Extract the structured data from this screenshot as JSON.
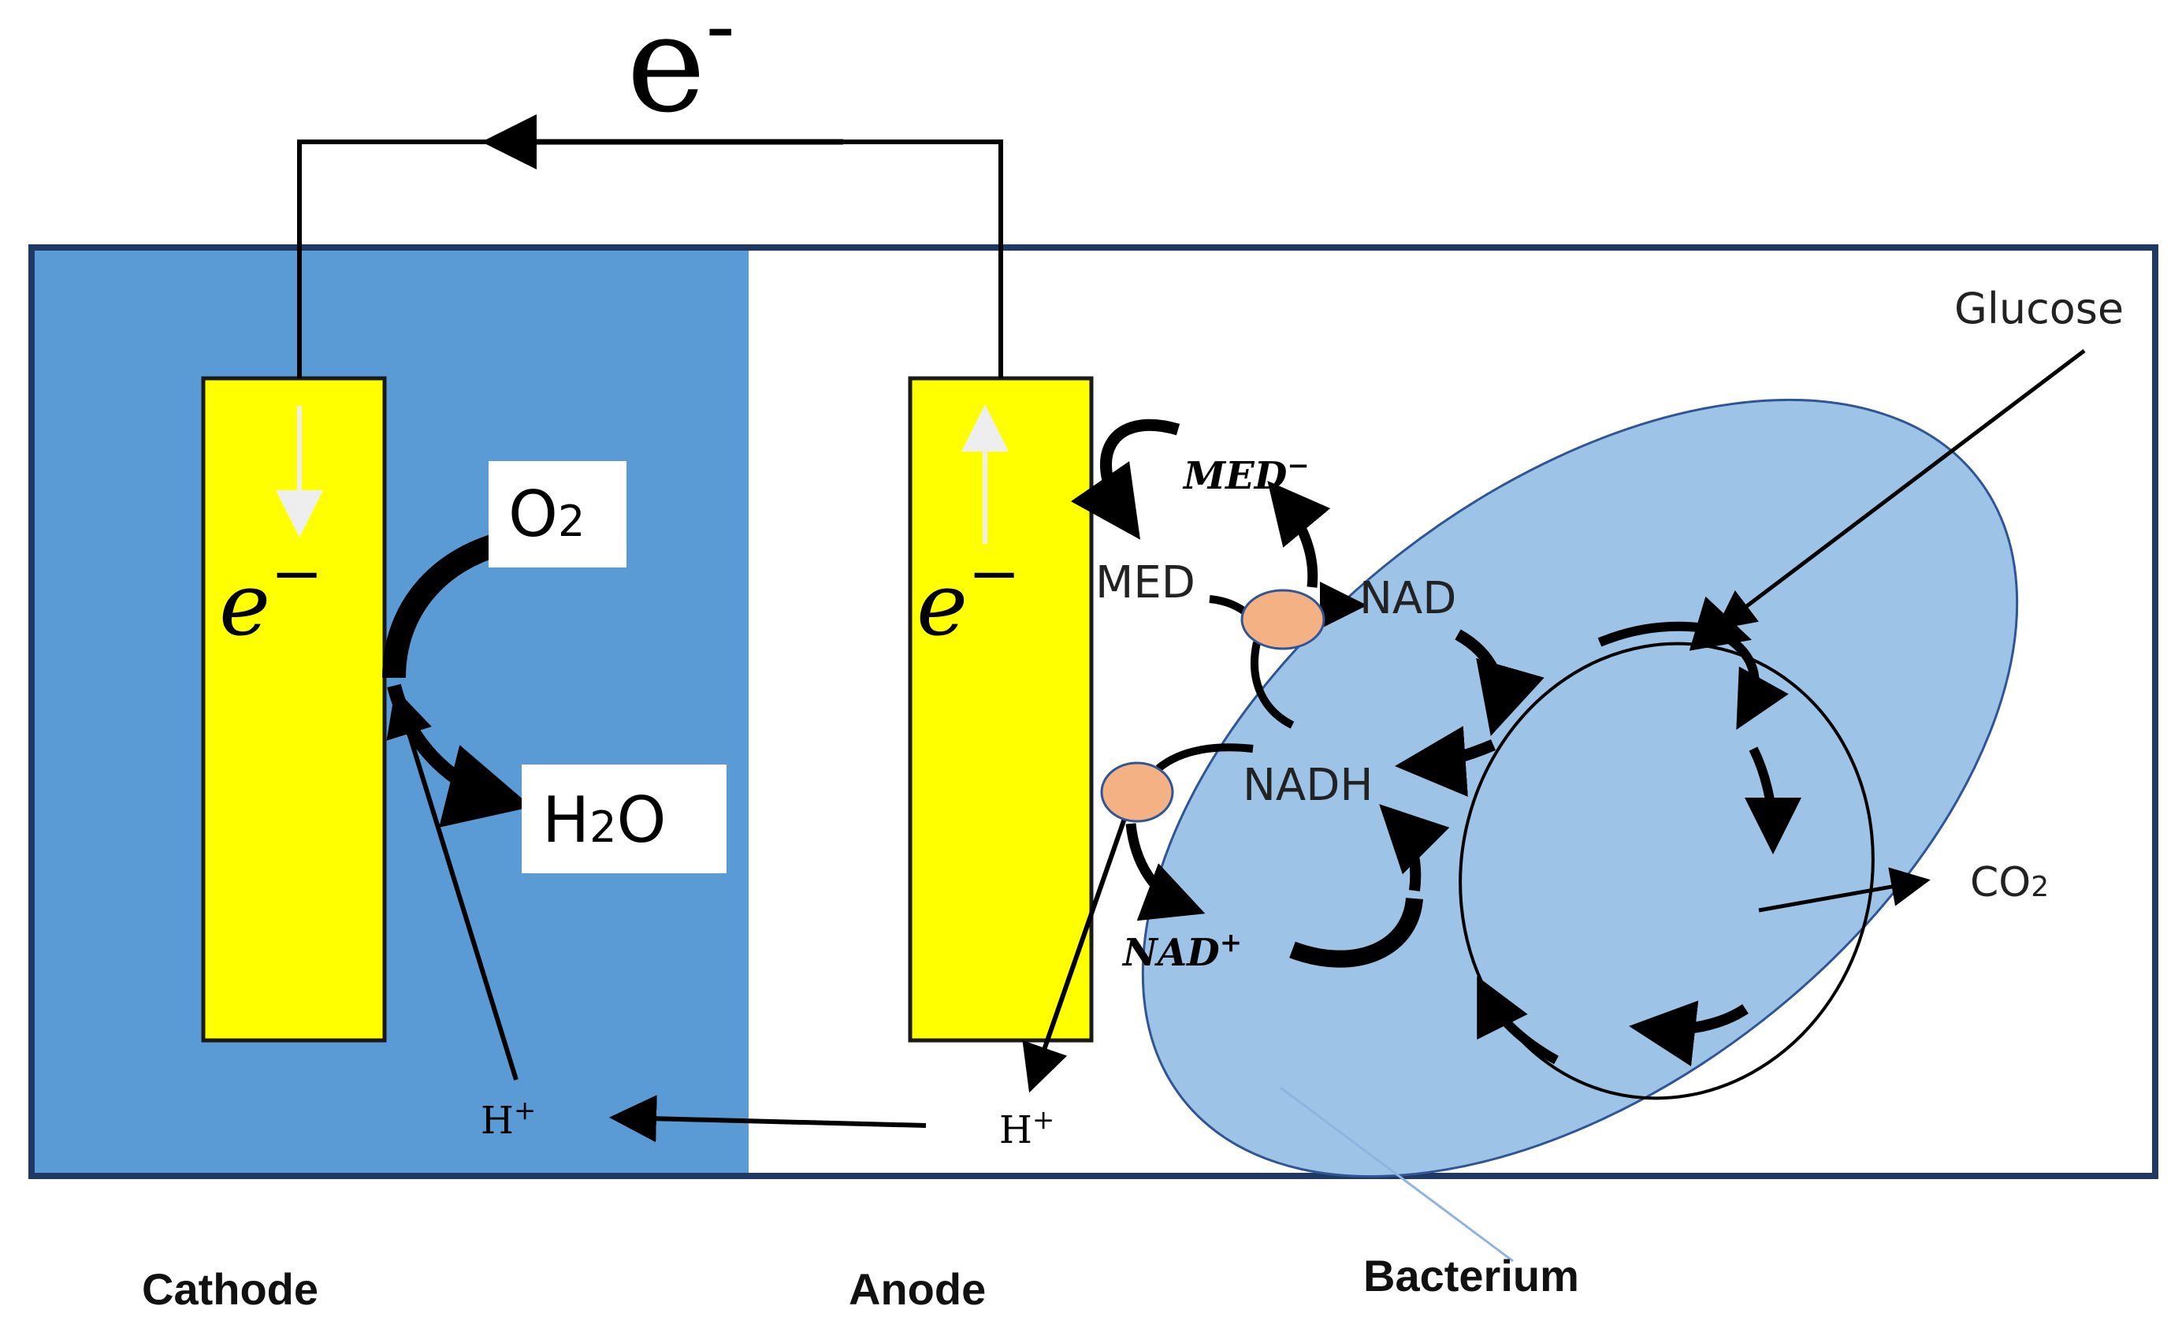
{
  "electron_flow_label": "e",
  "electron_flow_sup": "-",
  "cathode": {
    "electron_label": "e",
    "electron_sup": "−",
    "oxygen": "O",
    "oxygen_sub": "2",
    "water_a": "H",
    "water_sub": "2",
    "water_b": "O",
    "proton": "H",
    "proton_sup": "+",
    "caption": "Cathode"
  },
  "anode": {
    "electron_label": "e",
    "electron_sup": "−",
    "proton": "H",
    "proton_sup": "+",
    "caption": "Anode"
  },
  "bacterium": {
    "caption": "Bacterium",
    "glucose": "Glucose",
    "co2": "CO",
    "co2_sub": "2",
    "med_reduced": "MED",
    "med_reduced_sup": "−",
    "med": "MED",
    "nad": "NAD",
    "nadh": "NADH",
    "nad_plus": "NAD",
    "nad_plus_sup": "+"
  },
  "colors": {
    "cathode_chamber": "#5b9bd5",
    "chamber_border": "#1f3864",
    "electrode": "#ffff00",
    "bacterium_fill": "#9dc3e6",
    "bacterium_stroke": "#2f5597",
    "enzyme": "#f4b183",
    "arrow": "#000000",
    "label_box": "#ffffff"
  }
}
